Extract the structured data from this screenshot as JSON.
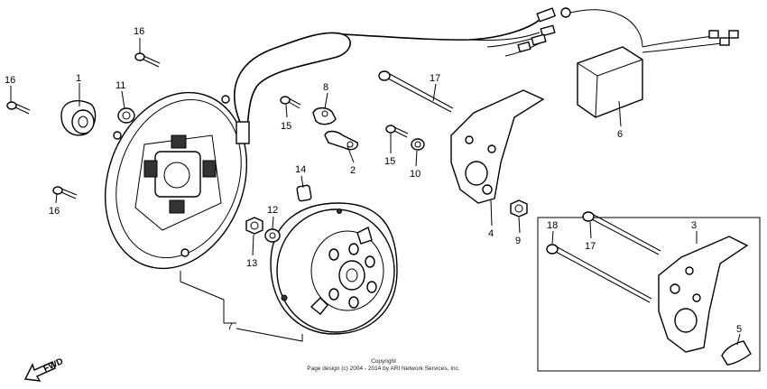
{
  "callouts": {
    "p1": "1",
    "p2": "2",
    "p3": "3",
    "p4": "4",
    "p5": "5",
    "p6": "6",
    "p7": "7",
    "p8": "8",
    "p9": "9",
    "p10": "10",
    "p11": "11",
    "p12": "12",
    "p13": "13",
    "p14": "14",
    "p15a": "15",
    "p15b": "15",
    "p16a": "16",
    "p16b": "16",
    "p16c": "16",
    "p17a": "17",
    "p17b": "17",
    "p18": "18"
  },
  "fwd_label": "FWD",
  "copyright": {
    "line1": "Copyright",
    "line2": "Page design (c) 2004 - 2014 by ARI Network Services, Inc."
  }
}
